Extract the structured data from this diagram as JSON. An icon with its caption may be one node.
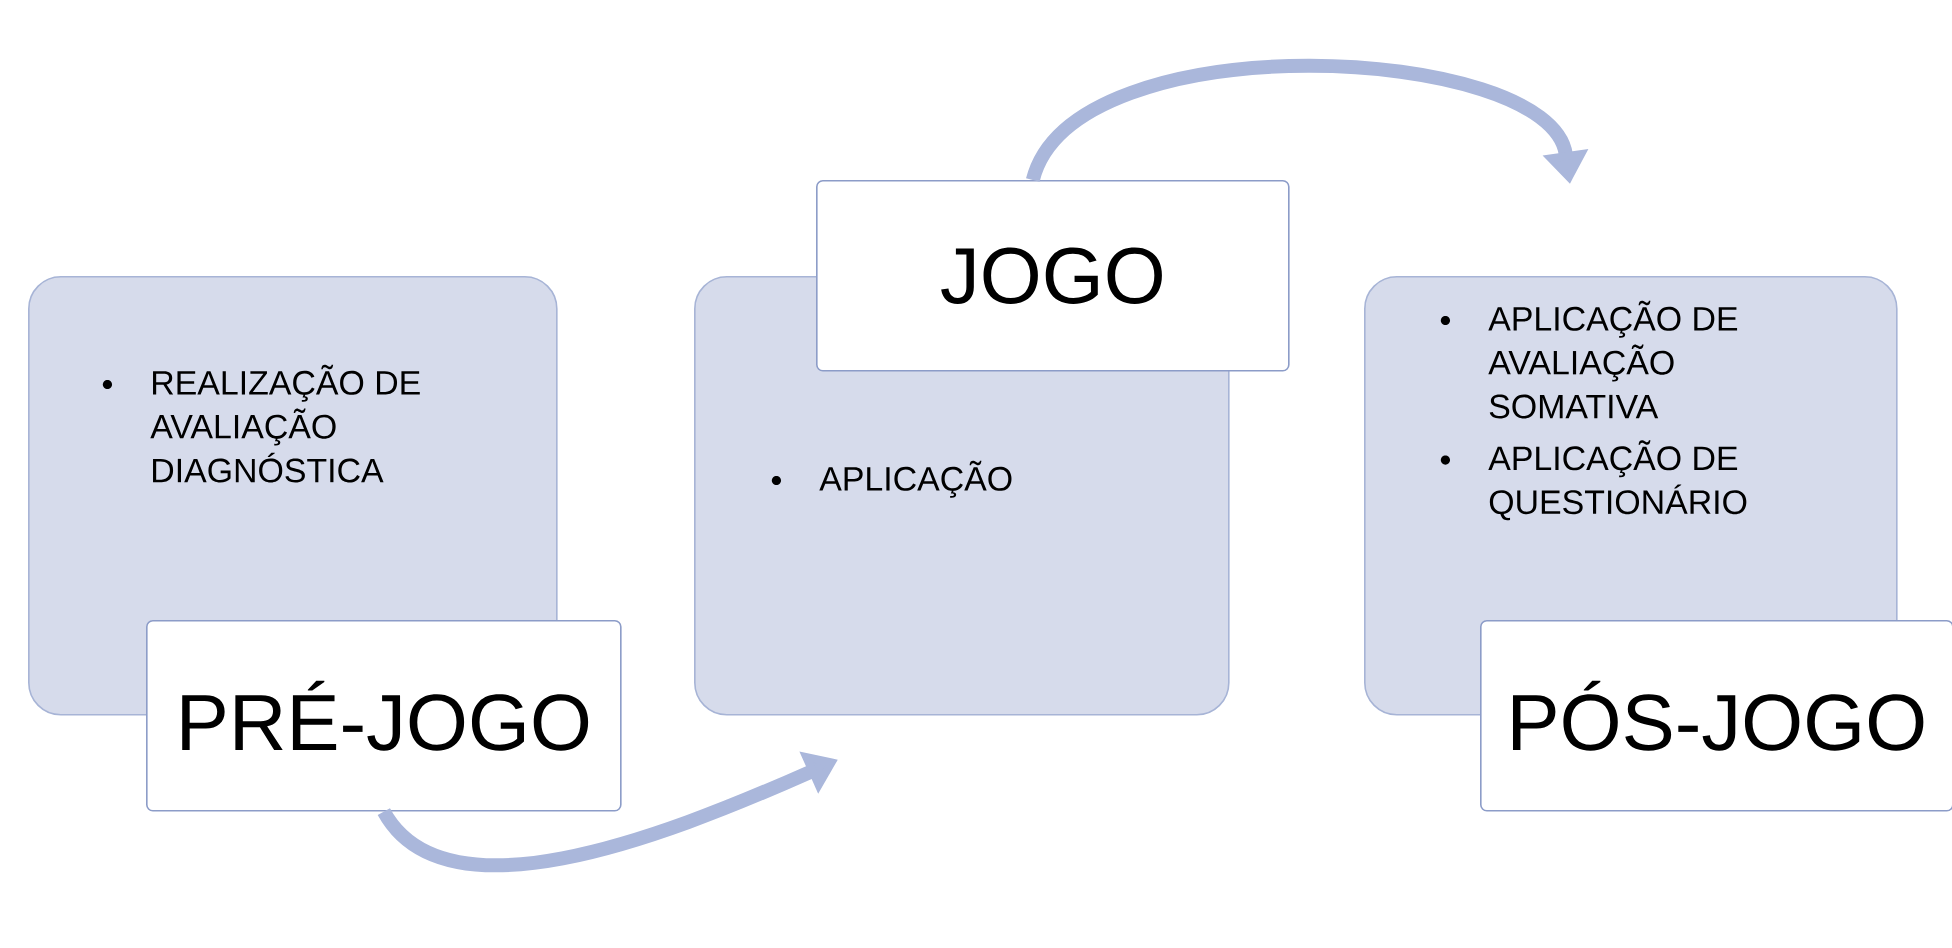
{
  "diagram": {
    "nodes": [
      {
        "text": [
          "REALIZAÇÃO DE AVALIAÇÃO DIAGNÓSTICA"
        ]
      },
      {
        "text": [
          "PRÉ-JOGO"
        ]
      },
      {
        "text": [
          "APLICAÇÃO"
        ]
      },
      {
        "text": [
          "JOGO"
        ]
      },
      {
        "text": [
          "APLICAÇÃO DE AVALIAÇÃO SOMATIVA",
          "APLICAÇÃO DE QUESTIONÁRIO"
        ]
      },
      {
        "text": [
          "PÓS-JOGO"
        ]
      }
    ],
    "edges": [
      {
        "from": 1,
        "to": 2,
        "arrow": "to"
      },
      {
        "from": 3,
        "to": 4,
        "arrow": "to"
      }
    ]
  }
}
